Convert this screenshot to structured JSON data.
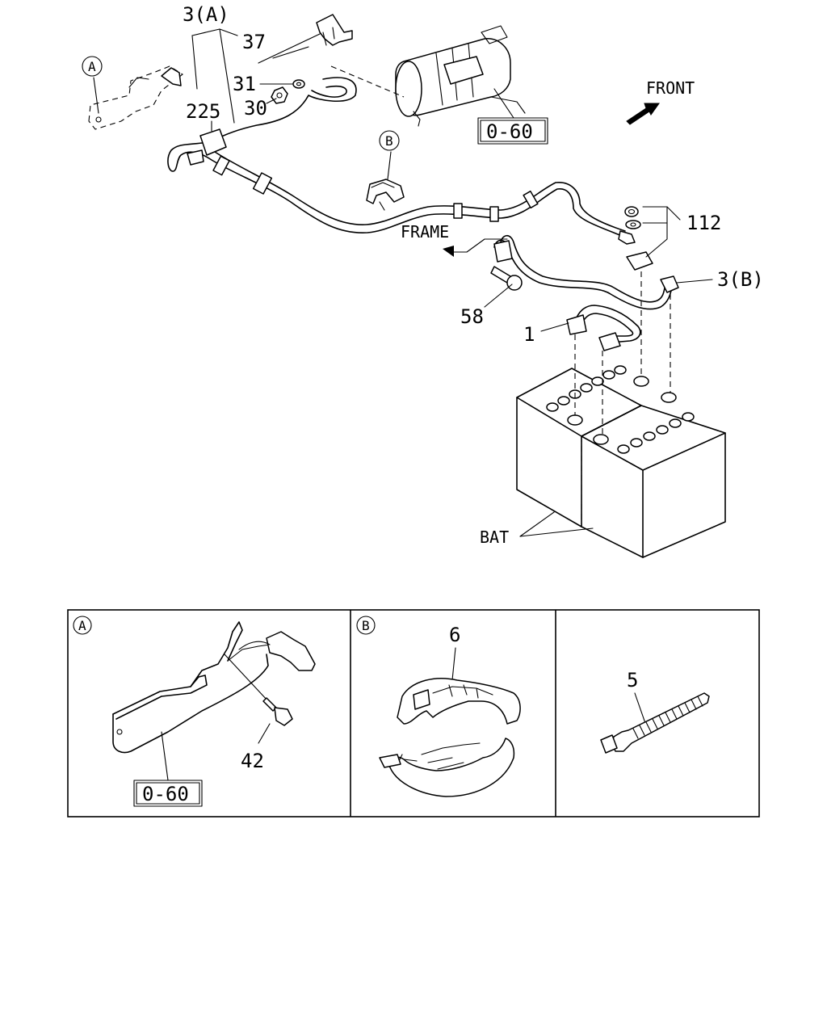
{
  "callouts": {
    "c3a": "3(A)",
    "c37": "37",
    "c31": "31",
    "c30": "30",
    "c225": "225",
    "c112": "112",
    "c3b": "3(B)",
    "c58": "58",
    "c1": "1",
    "c42": "42",
    "c6": "6",
    "c5": "5"
  },
  "refs": {
    "ref_top": "0-60",
    "ref_detail": "0-60"
  },
  "labels": {
    "front": "FRONT",
    "frame": "FRAME",
    "bat": "BAT"
  },
  "circles": {
    "a_main": "A",
    "b_main": "B",
    "a_panel": "A",
    "b_panel": "B"
  }
}
